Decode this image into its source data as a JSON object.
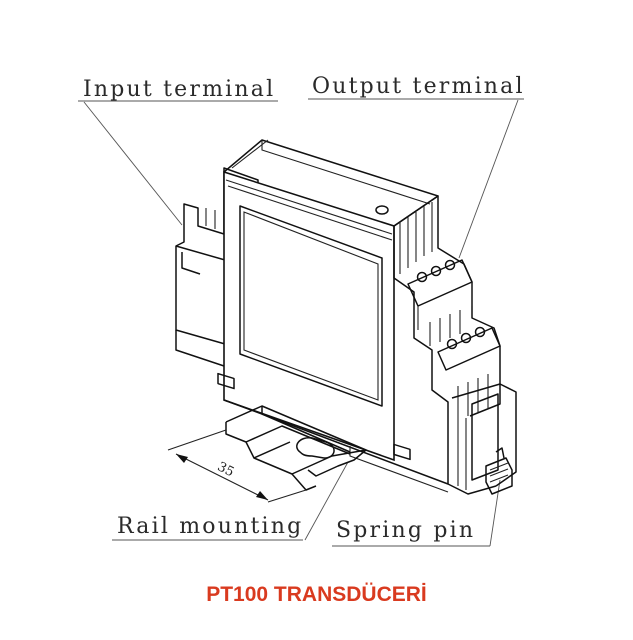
{
  "labels": {
    "input_terminal": "Input terminal",
    "output_terminal": "Output terminal",
    "rail_mounting": "Rail mounting",
    "spring_pin": "Spring pin",
    "dimension": "35"
  },
  "caption": "PT100 TRANSDÜCERİ",
  "colors": {
    "caption": "#d93a1f",
    "line": "#111111",
    "background": "#ffffff"
  }
}
